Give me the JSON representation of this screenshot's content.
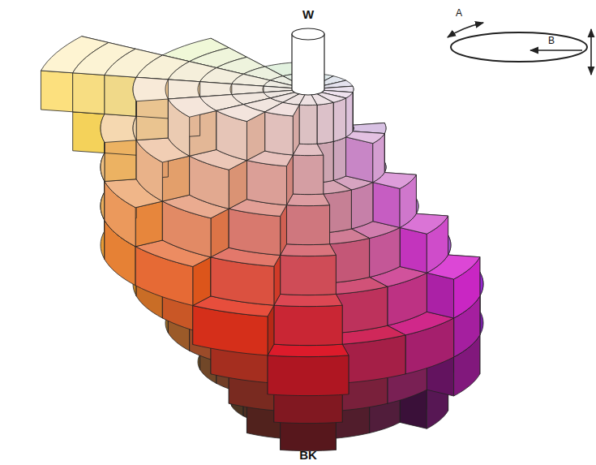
{
  "diagram": {
    "labels": [
      "W",
      "A",
      "B",
      "BK"
    ]
  }
}
